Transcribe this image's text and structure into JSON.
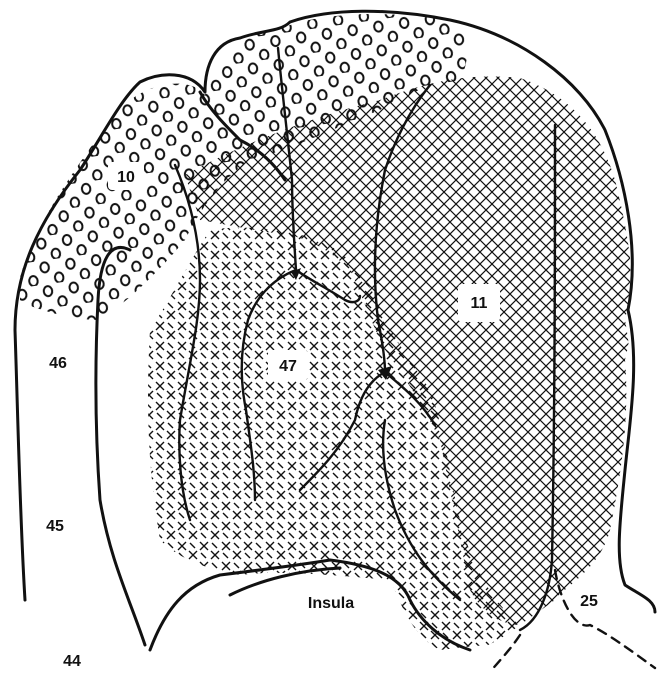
{
  "diagram": {
    "areas": [
      {
        "id": "10",
        "label": "10",
        "pattern": "circles"
      },
      {
        "id": "11",
        "label": "11",
        "pattern": "crosshatch"
      },
      {
        "id": "47",
        "label": "47",
        "pattern": "x-marks"
      },
      {
        "id": "25",
        "label": "25",
        "pattern": "none"
      },
      {
        "id": "46",
        "label": "46",
        "pattern": "none"
      },
      {
        "id": "45",
        "label": "45",
        "pattern": "none"
      },
      {
        "id": "44",
        "label": "44",
        "pattern": "none"
      },
      {
        "id": "insula",
        "label": "Insula",
        "pattern": "none"
      }
    ],
    "colors": {
      "ink": "#111111",
      "paper": "#ffffff"
    }
  }
}
